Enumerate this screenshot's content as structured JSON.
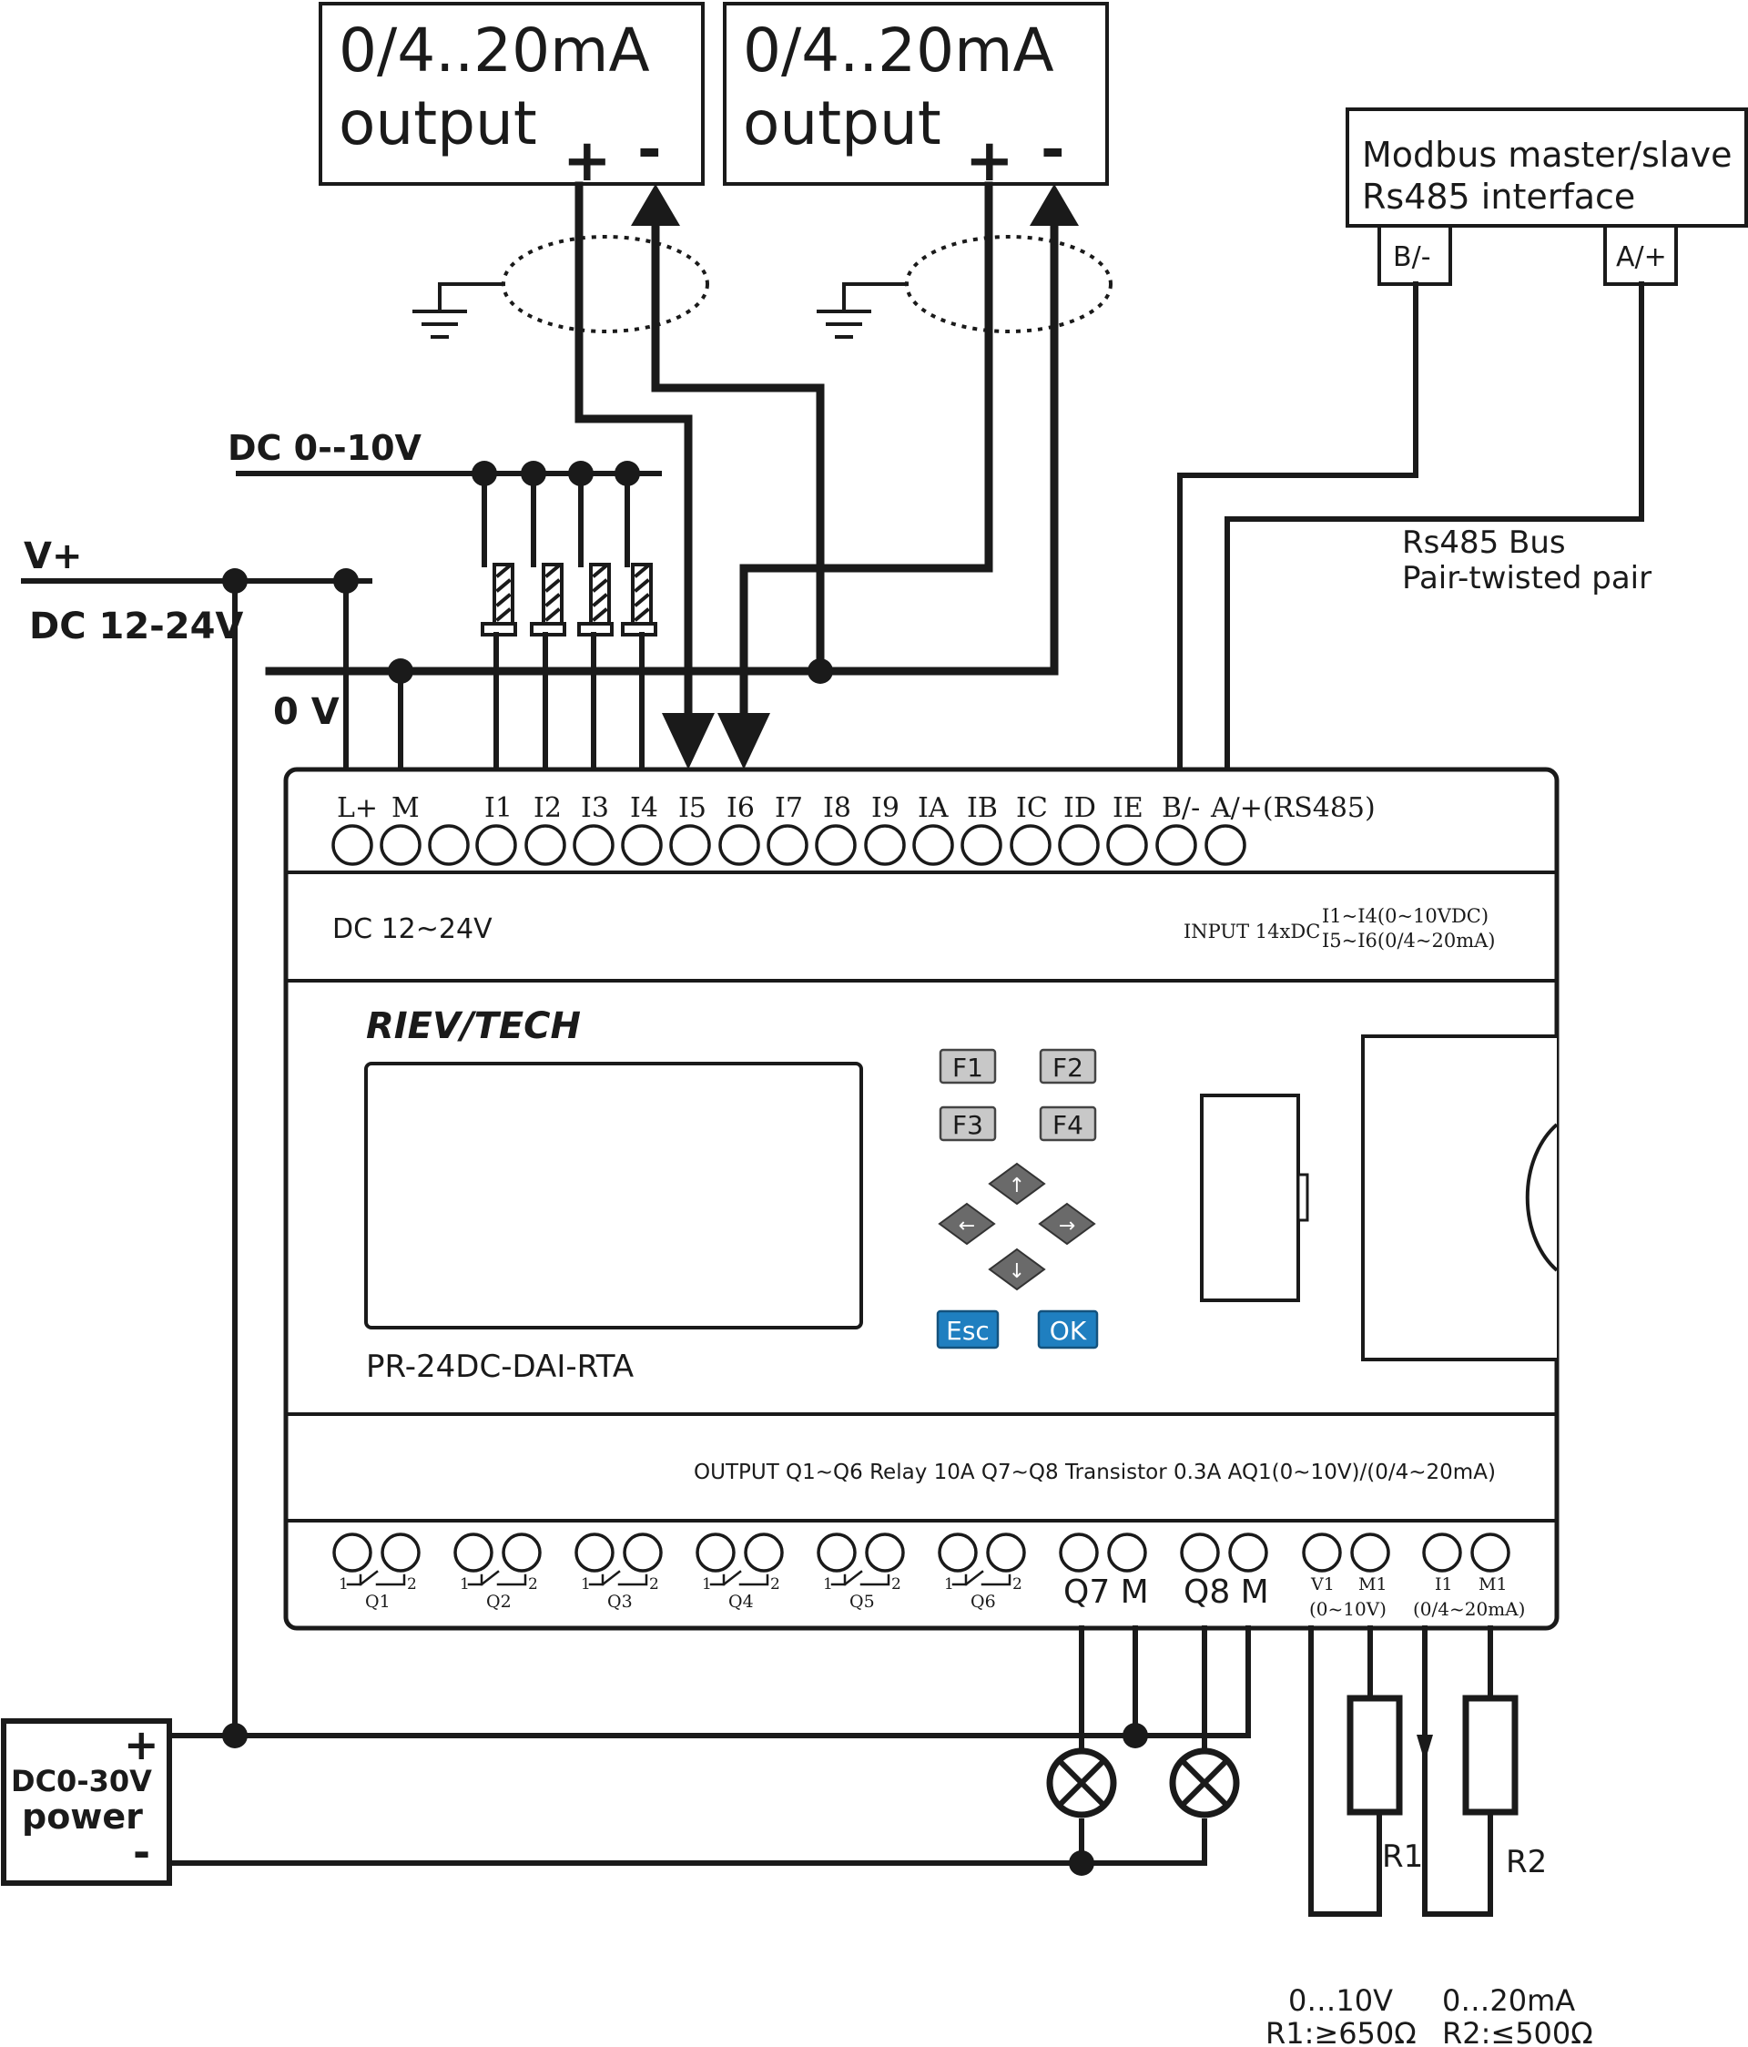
{
  "current_outputs": [
    {
      "line1": "0/4..20mA",
      "line2": "output",
      "plus": "+",
      "minus": "-"
    },
    {
      "line1": "0/4..20mA",
      "line2": "output",
      "plus": "+",
      "minus": "-"
    }
  ],
  "modbus": {
    "line1": "Modbus master/slave",
    "line2": "Rs485 interface",
    "b_label": "B/-",
    "a_label": "A/+"
  },
  "rs485_bus": {
    "line1": "Rs485 Bus",
    "line2": "Pair-twisted pair"
  },
  "supply": {
    "dc_voltage_label": "DC 0--10V",
    "vplus_label": "V+",
    "dc_supply_label": "DC 12-24V",
    "zero_v_label": "0 V"
  },
  "plc": {
    "brand": "RIEV/TECH",
    "model": "PR-24DC-DAI-RTA",
    "input_terminals": [
      "L+",
      "M",
      "I1",
      "I2",
      "I3",
      "I4",
      "I5",
      "I6",
      "I7",
      "I8",
      "I9",
      "IA",
      "IB",
      "IC",
      "ID",
      "IE",
      "B/-",
      "A/+(RS485)"
    ],
    "power_spec": "DC 12~24V",
    "input_spec_main": "INPUT  14xDC",
    "input_spec_line1": "I1~I4(0~10VDC)",
    "input_spec_line2": "I5~I6(0/4~20mA)",
    "output_spec": "OUTPUT Q1~Q6 Relay  10A   Q7~Q8 Transistor 0.3A    AQ1(0~10V)/(0/4~20mA)",
    "keys": {
      "f1": "F1",
      "f2": "F2",
      "f3": "F3",
      "f4": "F4",
      "esc": "Esc",
      "ok": "OK"
    },
    "relay_outputs": [
      {
        "name": "Q1",
        "pin1": "1",
        "pin2": "2"
      },
      {
        "name": "Q2",
        "pin1": "1",
        "pin2": "2"
      },
      {
        "name": "Q3",
        "pin1": "1",
        "pin2": "2"
      },
      {
        "name": "Q4",
        "pin1": "1",
        "pin2": "2"
      },
      {
        "name": "Q5",
        "pin1": "1",
        "pin2": "2"
      },
      {
        "name": "Q6",
        "pin1": "1",
        "pin2": "2"
      }
    ],
    "q7_label": "Q7 M",
    "q8_label": "Q8 M",
    "analog_v": {
      "v1": "V1",
      "m1": "M1",
      "range": "(0~10V)"
    },
    "analog_i": {
      "i1": "I1",
      "m1": "M1",
      "range": "(0/4~20mA)"
    }
  },
  "power_box": {
    "plus": "+",
    "line1": "DC0-30V",
    "line2": "power",
    "minus": "-"
  },
  "loads": {
    "r1": "R1",
    "r2": "R2",
    "v_range": "0…10V",
    "i_range": "0…20mA",
    "r1_limit": "R1:≥650Ω",
    "r2_limit": "R2:≤500Ω"
  }
}
